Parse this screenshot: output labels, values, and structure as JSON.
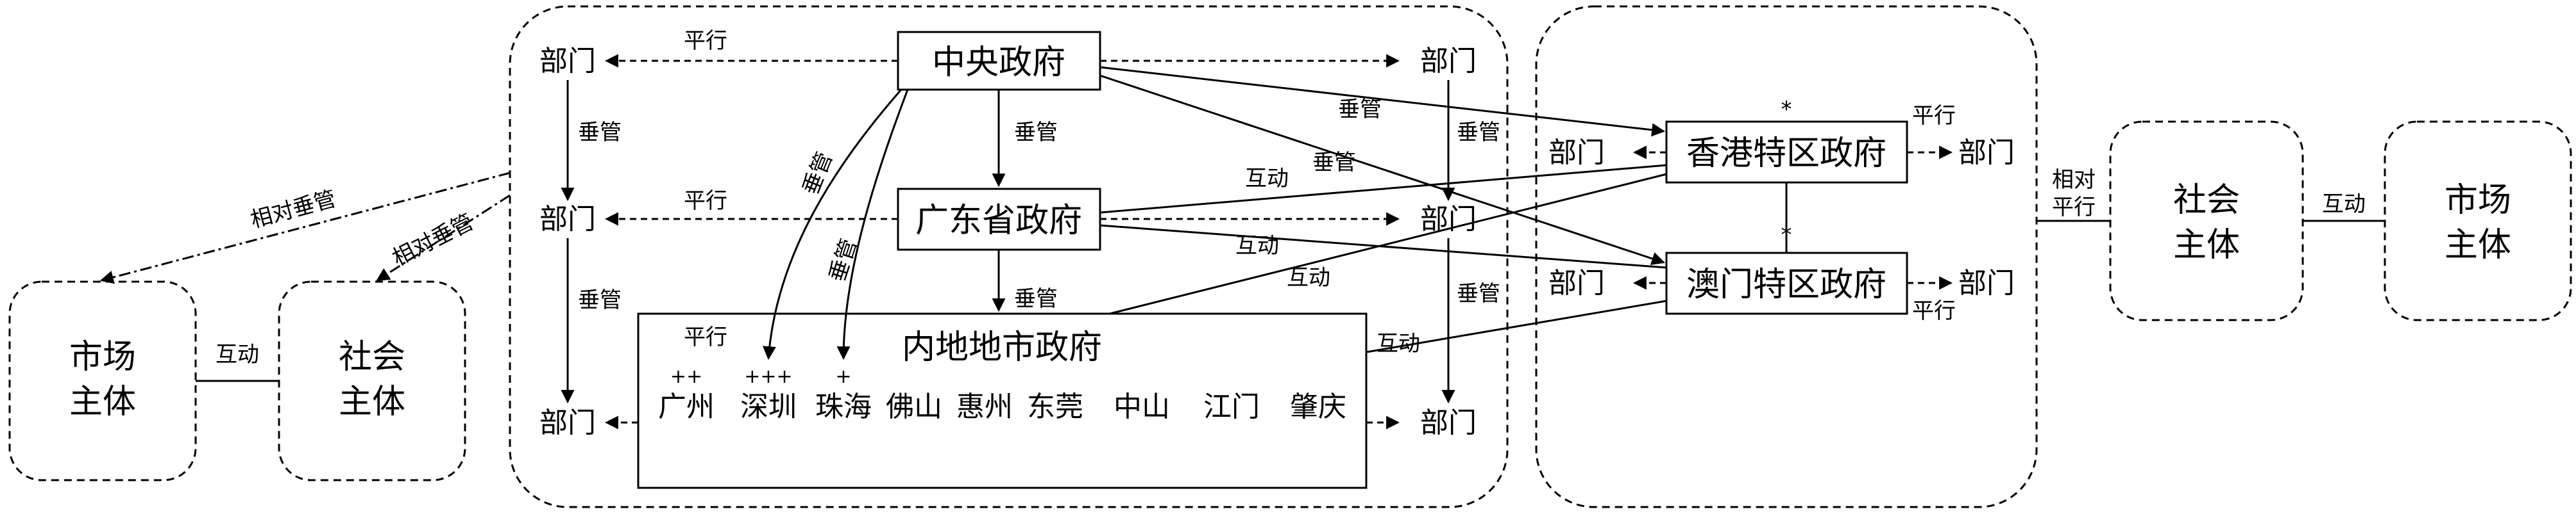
{
  "nodes": {
    "central_gov": "中央政府",
    "guangdong_gov": "广东省政府",
    "hk_gov": "香港特区政府",
    "macau_gov": "澳门特区政府",
    "mainland_city_gov": "内地地市政府",
    "dept": "部门",
    "market_subject_line1": "市场",
    "market_subject_line2": "主体",
    "social_subject_line1": "社会",
    "social_subject_line2": "主体"
  },
  "cities": [
    {
      "name": "广州",
      "mark": "++"
    },
    {
      "name": "深圳",
      "mark": "+++"
    },
    {
      "name": "珠海",
      "mark": "+"
    },
    {
      "name": "佛山",
      "mark": ""
    },
    {
      "name": "惠州",
      "mark": ""
    },
    {
      "name": "东莞",
      "mark": ""
    },
    {
      "name": "中山",
      "mark": ""
    },
    {
      "name": "江门",
      "mark": ""
    },
    {
      "name": "肇庆",
      "mark": ""
    }
  ],
  "edge_labels": {
    "parallel": "平行",
    "vertical": "垂管",
    "interact": "互动",
    "relative_vertical": "相对垂管",
    "relative_parallel_line1": "相对",
    "relative_parallel_line2": "平行",
    "star": "*"
  },
  "colors": {
    "stroke": "#000000",
    "background": "#ffffff"
  }
}
